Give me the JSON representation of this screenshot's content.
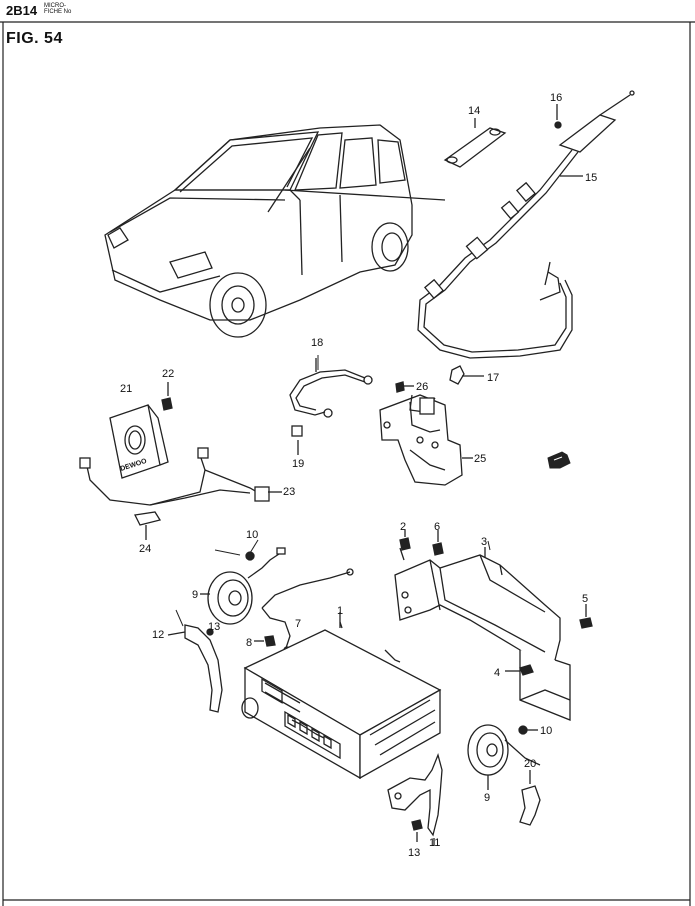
{
  "header": {
    "code": "2B14",
    "micro_line1": "MICRO-",
    "micro_line2": "FICHE No"
  },
  "figure": {
    "title": "FIG.  54"
  },
  "callouts": [
    "1",
    "2",
    "3",
    "4",
    "5",
    "6",
    "7",
    "8",
    "9",
    "9",
    "10",
    "10",
    "11",
    "12",
    "13",
    "13",
    "14",
    "15",
    "16",
    "17",
    "18",
    "19",
    "20",
    "21",
    "22",
    "23",
    "24",
    "25",
    "26"
  ],
  "badge_text": "DEWOO"
}
